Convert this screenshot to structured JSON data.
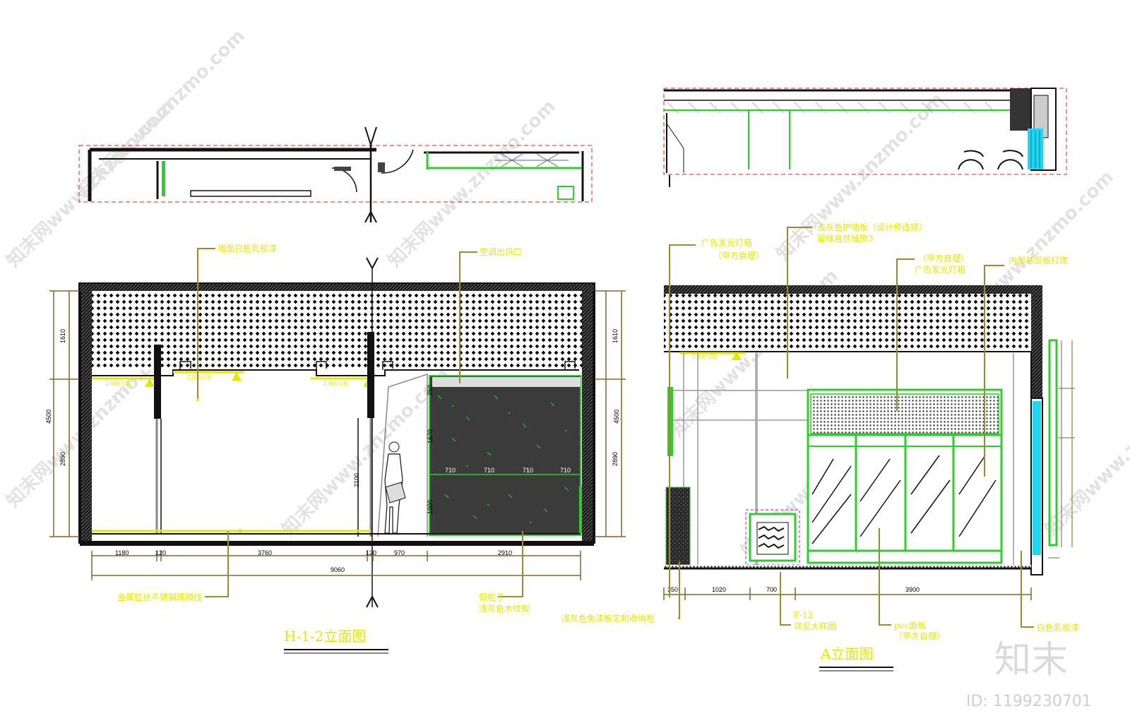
{
  "watermark": {
    "text": "知末网www.znzmo.com"
  },
  "brand": {
    "logo": "知末",
    "id_text": "ID: 1199230701"
  },
  "left_elevation": {
    "title": "H-1-2立面图",
    "annotations": {
      "wall_paint": "墙面白色乳胶漆",
      "ac_outlet": "空调出风口",
      "baseboard": "金属拉丝不锈钢踢脚线",
      "fake_cabinet_1": "假柜子",
      "fake_cabinet_2": "浅灰色木纹板"
    },
    "dims_bottom": [
      "1180",
      "120",
      "3760",
      "120",
      "970",
      "2910"
    ],
    "dim_total": "9060",
    "dims_left": [
      "1610",
      "4500",
      "2890"
    ],
    "dims_right": [
      "1610",
      "4500",
      "2890"
    ],
    "dims_panel": [
      "710",
      "710",
      "710",
      "710"
    ],
    "dim_panel_v1": "1670",
    "dim_panel_v2": "1000",
    "dim_panel_top": "250",
    "dim_door": "2100",
    "level_tag": "2.900 (顶)"
  },
  "right_elevation": {
    "title": "A立面图",
    "annotations": {
      "ad_lightbox_1": "广告发光灯箱",
      "ad_lightbox_1b": "（甲方自理）",
      "wall_panel_1": "浅灰色护墙板（设计师选择）",
      "wall_panel_2": "留缝自然缝隙3",
      "ad_lightbox_2a": "（甲方自理）",
      "ad_lightbox_2b": "广告发光灯箱",
      "base_board": "内部基层板打底",
      "storage_cabinet": "浅灰色免漆板定制收纳柜",
      "detail_ref_1": "F-12",
      "detail_ref_2": "详见大样图",
      "pvc_panel_1": "pvc面板",
      "pvc_panel_2": "（甲方自理）",
      "white_paint": "白色乳胶漆"
    },
    "dims_bottom": [
      "350",
      "1020",
      "700",
      "3900"
    ],
    "level_tag": "2.900 (顶)"
  },
  "colors": {
    "annotation": "#e6e600",
    "leader": "#9a8b2f",
    "dimension": "#7a6a2a",
    "green": "#2ecc2e",
    "cyan": "#22d4f0",
    "wall": "#111111",
    "red_dash": "#e02020",
    "panel_dark": "#3c3c3c"
  }
}
